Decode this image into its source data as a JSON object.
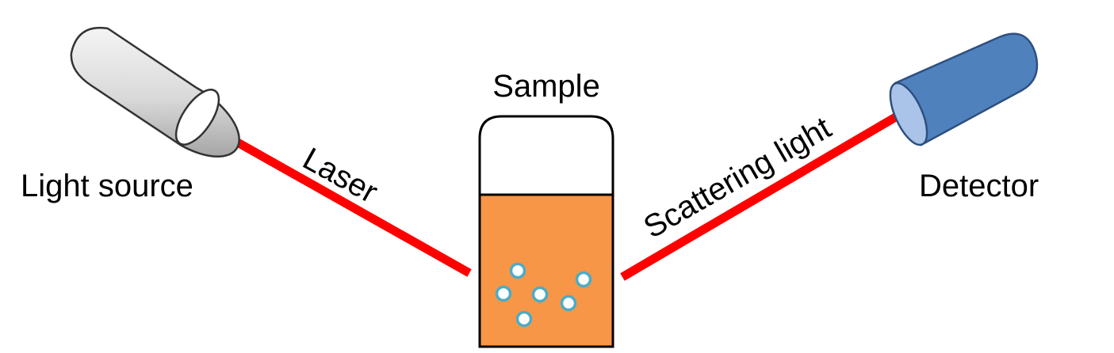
{
  "labels": {
    "light_source": "Light source",
    "laser": "Laser",
    "sample": "Sample",
    "scattering_light": "Scattering light",
    "detector": "Detector"
  },
  "colors": {
    "beam": "#ff0000",
    "light_source_body": "#d9d9d9",
    "detector_body": "#4f81bd",
    "detector_lens": "#a9c4e8",
    "sample_liquid": "#f79646",
    "particle_fill": "#ffffff",
    "particle_outline": "#4bacc6",
    "outline": "#000000"
  },
  "icons": {
    "light_source": "cylinder-lamp-icon",
    "detector": "cylinder-detector-icon",
    "sample": "cuvette-icon"
  }
}
